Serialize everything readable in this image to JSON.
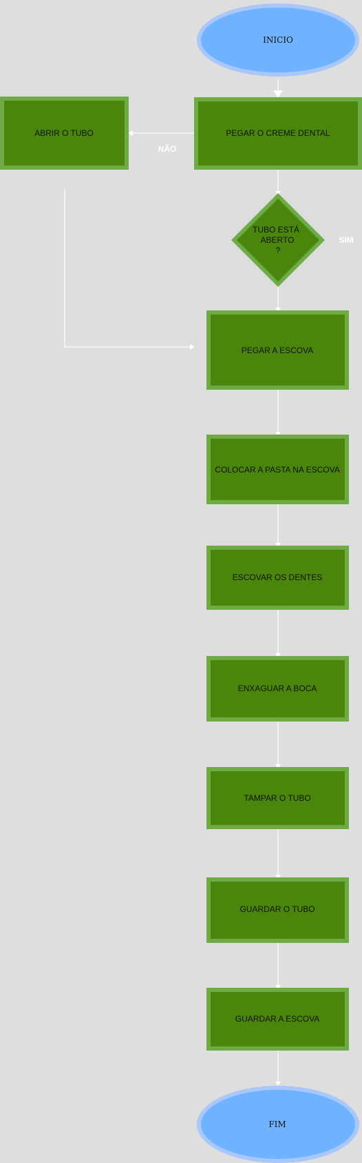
{
  "colors": {
    "background": "#dedede",
    "process_fill": "#4a860b",
    "process_border": "#6eab44",
    "terminal_fill": "#6fb2fe",
    "terminal_border": "#a9c7fb",
    "edge": "#ffffff",
    "text": "#111111"
  },
  "nodes": {
    "inicio": "INICIO",
    "pegar_creme": "PEGAR O CREME DENTAL",
    "abrir_tubo": "ABRIR O TUBO",
    "decisao": [
      "TUBO ESTÁ",
      "ABERTO",
      "?"
    ],
    "pegar_escova": "PEGAR A ESCOVA",
    "colocar_pasta": "COLOCAR A PASTA NA ESCOVA",
    "escovar": "ESCOVAR OS DENTES",
    "enxaguar": "ENXAGUAR A BOCA",
    "tampar": "TAMPAR O TUBO",
    "guardar_tubo": "GUARDAR O TUBO",
    "guardar_escova": "GUARDAR A ESCOVA",
    "fim": "FIM"
  },
  "edge_labels": {
    "nao": "NÃO",
    "sim": "SIM"
  }
}
